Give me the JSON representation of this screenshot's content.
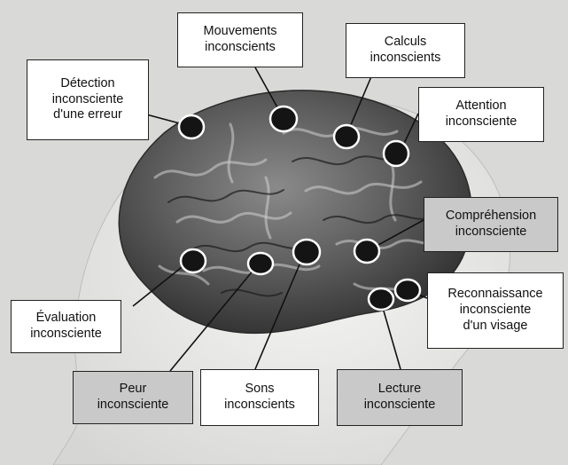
{
  "labels": {
    "mouvements": "Mouvements\ninconscients",
    "calculs": "Calculs\ninconscients",
    "detection": "Détection\ninconsciente\nd'une erreur",
    "attention": "Attention\ninconsciente",
    "comprehension": "Compréhension\ninconsciente",
    "evaluation": "Évaluation\ninconsciente",
    "reconnaissance": "Reconnaissance\ninconsciente\nd'un visage",
    "peur": "Peur\ninconsciente",
    "sons": "Sons\ninconscients",
    "lecture": "Lecture\ninconsciente"
  },
  "colors": {
    "marker_fill": "#141414",
    "marker_ring": "#ffffff",
    "leader_line": "#111111",
    "box_border": "#222222",
    "box_shaded": "#c9c9c9"
  },
  "icons": {
    "brain": "brain-illustration",
    "head": "head-silhouette"
  }
}
